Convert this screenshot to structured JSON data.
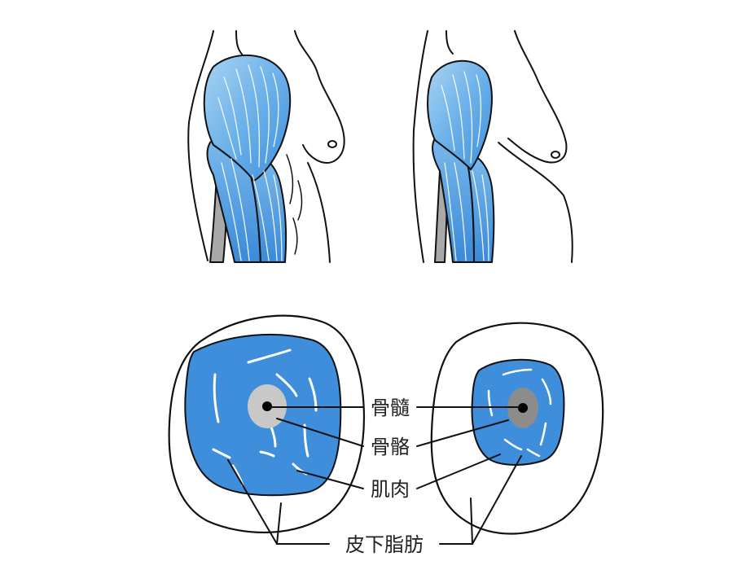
{
  "labels": {
    "marrow": "骨髓",
    "bone": "骨骼",
    "muscle": "肌肉",
    "fat": "皮下脂肪"
  },
  "colors": {
    "outline": "#111111",
    "muscle_light": "#8fc3ec",
    "muscle_mid": "#5aa6e6",
    "muscle_dark": "#3d8fdc",
    "cross_muscle": "#3e8edb",
    "bone_light": "#c8c8c8",
    "bone_dark": "#8c8c8c",
    "tendon": "#a9a9a9",
    "skin": "#ffffff"
  }
}
